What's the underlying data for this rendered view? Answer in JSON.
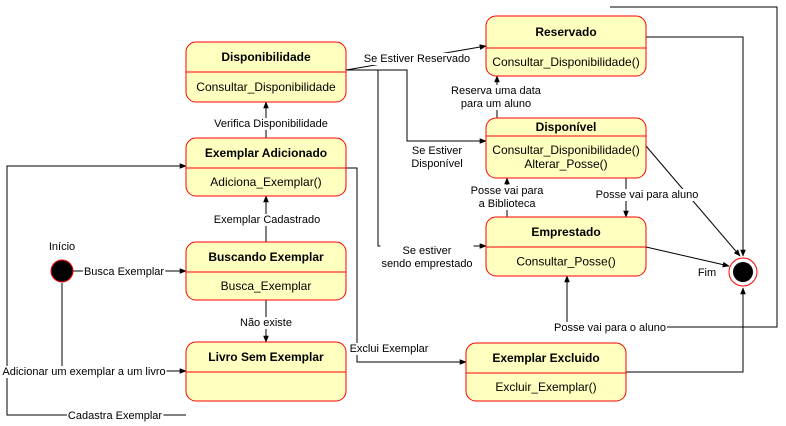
{
  "colors": {
    "state_fill": "#ffffc0",
    "state_stroke": "#ff0000",
    "edge": "#000000",
    "initial_fill": "#000000",
    "initial_stroke": "#ff0000"
  },
  "initial": {
    "label": "Início"
  },
  "final": {
    "label": "Fim"
  },
  "states": {
    "disponibilidade": {
      "title": "Disponibilidade",
      "actions": [
        "Consultar_Disponibilidade"
      ]
    },
    "reservado": {
      "title": "Reservado",
      "actions": [
        "Consultar_Disponibilidade()"
      ]
    },
    "disponivel": {
      "title": "Disponível",
      "actions": [
        "Consultar_Disponibilidade()",
        "Alterar_Posse()"
      ]
    },
    "exemplar_adicionado": {
      "title": "Exemplar Adicionado",
      "actions": [
        "Adiciona_Exemplar()"
      ]
    },
    "emprestado": {
      "title": "Emprestado",
      "actions": [
        "Consultar_Posse()"
      ]
    },
    "buscando_exemplar": {
      "title": "Buscando Exemplar",
      "actions": [
        "Busca_Exemplar"
      ]
    },
    "livro_sem_exemplar": {
      "title": "Livro Sem Exemplar",
      "actions": []
    },
    "exemplar_excluido": {
      "title": "Exemplar Excluido",
      "actions": [
        "Excluir_Exemplar()"
      ]
    }
  },
  "transitions": {
    "busca_exemplar": [
      "Busca Exemplar"
    ],
    "adicionar_exemplar": [
      "Adicionar um exemplar a um livro"
    ],
    "cadastra_exemplar": [
      "Cadastra Exemplar"
    ],
    "nao_existe": [
      "Não existe"
    ],
    "exemplar_cadastrado": [
      "Exemplar Cadastrado"
    ],
    "verifica_disponibilidade": [
      "Verifica Disponibilidade"
    ],
    "se_estiver_reservado": [
      "Se Estiver Reservado"
    ],
    "se_estiver_disponivel": [
      "Se Estiver",
      "Disponível"
    ],
    "se_estiver_emprestado": [
      "Se estiver",
      "sendo emprestado"
    ],
    "reserva_data": [
      "Reserva uma data",
      "para um aluno"
    ],
    "posse_biblioteca": [
      "Posse vai para",
      "a Biblioteca"
    ],
    "posse_aluno_1": [
      "Posse vai para aluno"
    ],
    "posse_aluno_2": [
      "Posse vai para o aluno"
    ],
    "exclui_exemplar": [
      "Exclui Exemplar"
    ]
  }
}
